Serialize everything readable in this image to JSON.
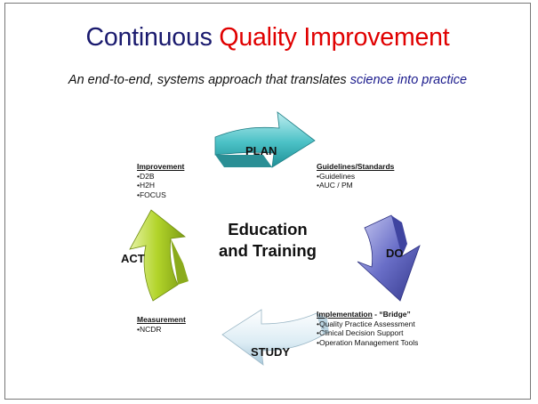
{
  "title": {
    "part1": "Continuous ",
    "part2": "Quality Improvement"
  },
  "subtitle": {
    "part1": "An end-to-end, systems approach that translates ",
    "part2": "science into practice"
  },
  "center": {
    "line1": "Education",
    "line2": "and Training"
  },
  "arrows": {
    "plan": "PLAN",
    "do": "DO",
    "study": "STUDY",
    "act": "ACT"
  },
  "notes": {
    "improvement": {
      "heading": "Improvement",
      "items": [
        "D2B",
        "H2H",
        "FOCUS"
      ]
    },
    "guidelines": {
      "heading": "Guidelines/Standards",
      "items": [
        "Guidelines",
        "AUC / PM"
      ]
    },
    "measurement": {
      "heading": "Measurement",
      "items": [
        "NCDR"
      ]
    },
    "implementation": {
      "heading": "Implementation",
      "heading_suffix": " - “Bridge”",
      "items": [
        "Quality Practice Assessment",
        "Clinical Decision Support",
        "Operation Management Tools"
      ]
    }
  },
  "colors": {
    "title_blue": "#1a1a6e",
    "title_red": "#e00000",
    "plan_arrow": "#4bc1c6",
    "do_arrow": "#6a6fc8",
    "study_arrow": "#dcecf4",
    "act_arrow": "#b2d42a"
  },
  "icons": {
    "plan": "curved-arrow-right",
    "do": "curved-arrow-down",
    "study": "curved-arrow-left",
    "act": "curved-arrow-up"
  }
}
